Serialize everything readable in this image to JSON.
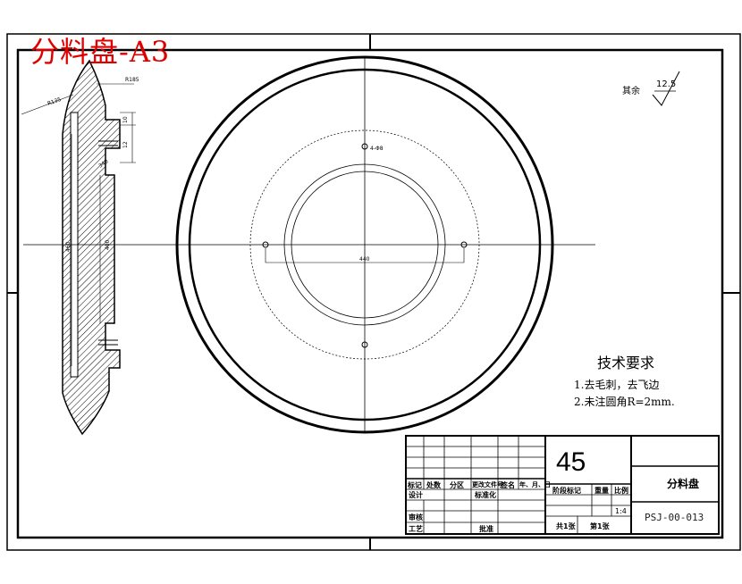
{
  "title_stamp": "分料盘-A3",
  "surface_finish": {
    "label": "其余",
    "value": "12.5"
  },
  "tech_requirements": {
    "title": "技术要求",
    "items": [
      "1.去毛刺，去飞边",
      "2.未注圆角R=2mm."
    ]
  },
  "section_dims": {
    "r135": "R135",
    "r185": "R185",
    "d400": "400",
    "d340": "340",
    "d460": "460",
    "d10": "10",
    "d12": "12"
  },
  "front_dims": {
    "hole_span": "440",
    "hole_note": "4-Φ8"
  },
  "title_block": {
    "material": "45",
    "part_name": "分料盘",
    "drawing_no": "PSJ-00-013",
    "scale": "1:4",
    "header_row": [
      "标记",
      "处数",
      "分区",
      "更改文件号",
      "签名",
      "年、月、日"
    ],
    "designer_label": "设计",
    "standardize_label": "标准化",
    "review_label": "审核",
    "process_label": "工艺",
    "approve_label": "批准",
    "stage_mark_label": "阶段标记",
    "weight_label": "重量",
    "scale_label": "比例",
    "total_sheets": "共1张",
    "sheet_no": "第1张"
  },
  "colors": {
    "stamp": "#e00000",
    "line": "#000000"
  }
}
